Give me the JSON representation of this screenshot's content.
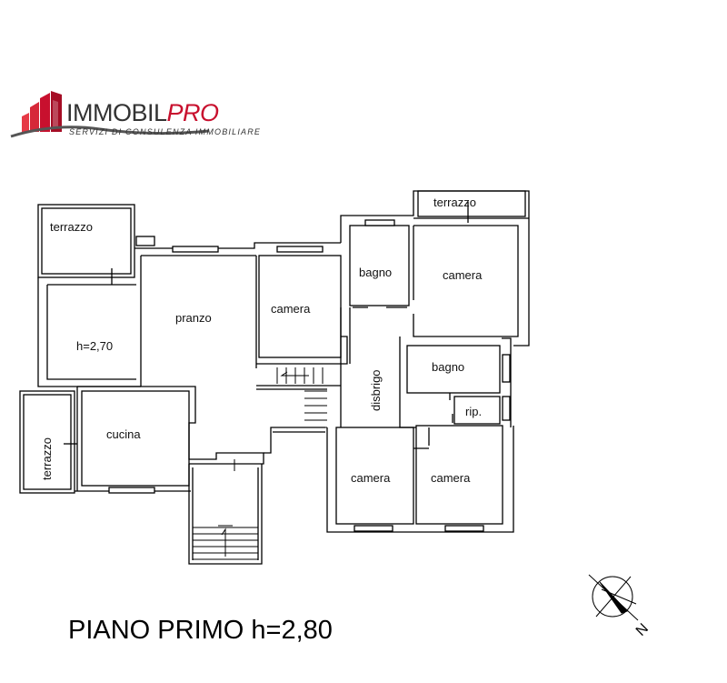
{
  "logo": {
    "name_part1": "IMMOBIL",
    "name_part2": "PRO",
    "tagline": "SERVIZI DI CONSULENZA IMMOBILIARE",
    "color_primary": "#c8102e",
    "color_dark": "#333333"
  },
  "rooms": {
    "terrazzo_top_left": "terrazzo",
    "terrazzo_top_right": "terrazzo",
    "terrazzo_left": "terrazzo",
    "height_room": "h=2,70",
    "pranzo": "pranzo",
    "camera_center": "camera",
    "bagno_top": "bagno",
    "camera_top_right": "camera",
    "disbrigo": "disbrigo",
    "bagno_right": "bagno",
    "rip": "rip.",
    "cucina": "cucina",
    "camera_bottom_left": "camera",
    "camera_bottom_right": "camera"
  },
  "title": "PIANO PRIMO h=2,80",
  "compass": {
    "label": "N",
    "icon": "north-arrow-icon"
  }
}
